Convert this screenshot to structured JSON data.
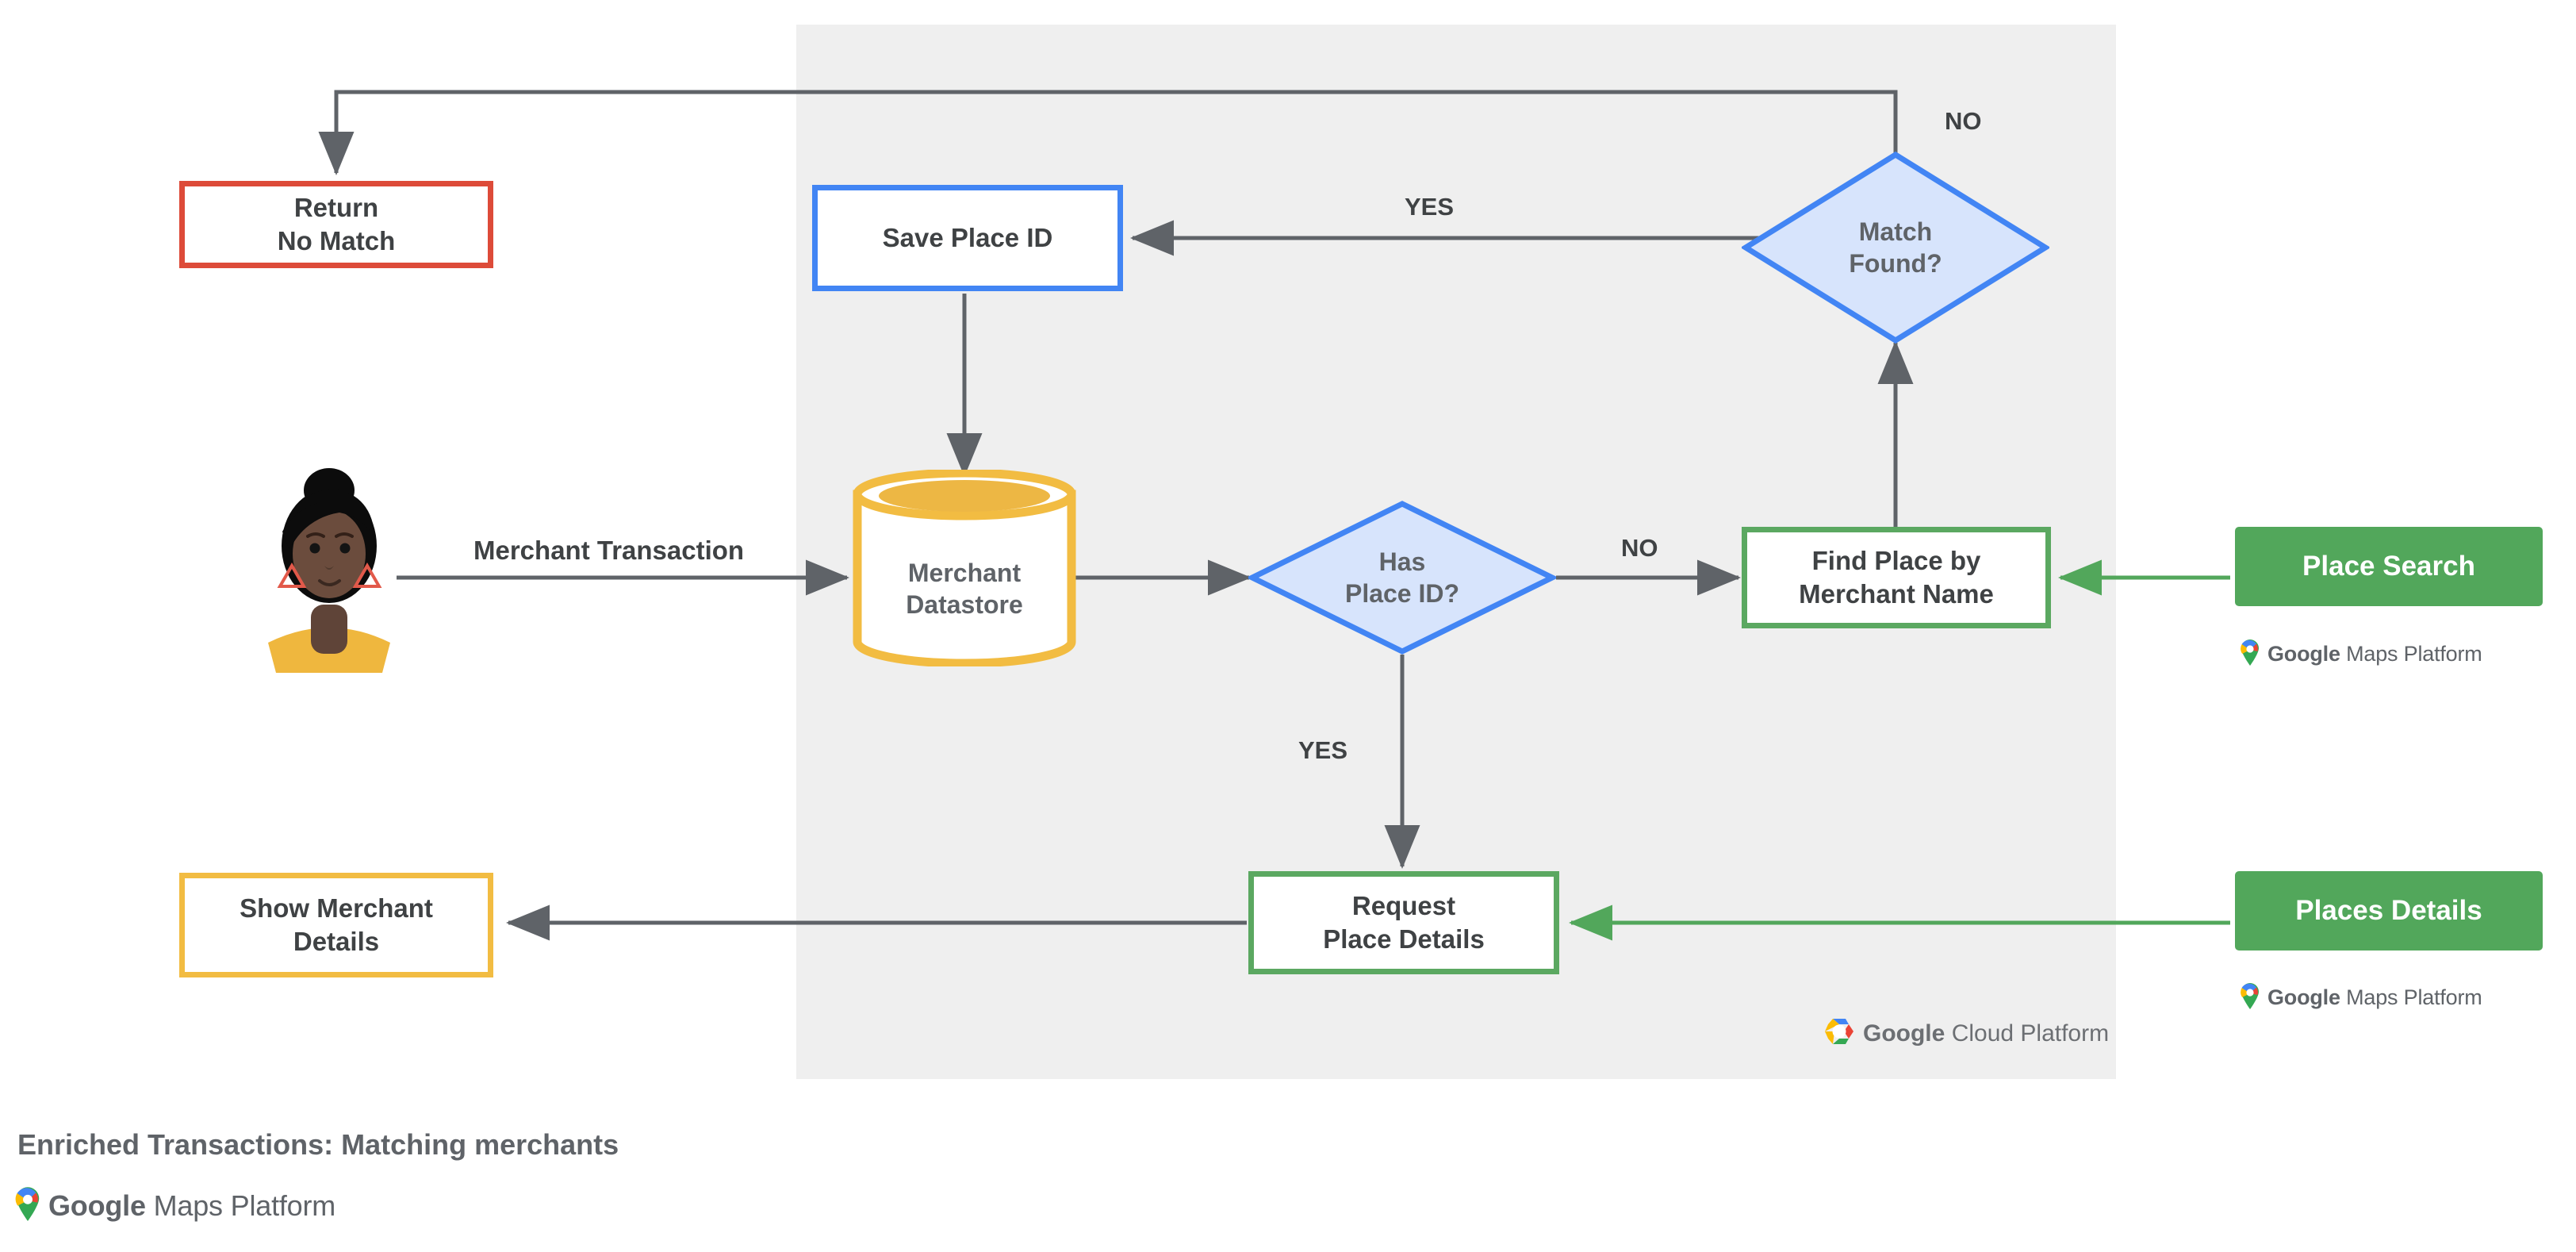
{
  "diagram": {
    "caption": "Enriched Transactions: Matching merchants",
    "platform_panel_label": "Google Cloud Platform",
    "nodes": {
      "return_no_match": {
        "label": "Return\nNo Match",
        "shape": "rectangle",
        "border_color": "#DD4B39",
        "fill": "#FFFFFF"
      },
      "save_place_id": {
        "label": "Save Place ID",
        "shape": "rectangle",
        "border_color": "#4285F4",
        "fill": "#FFFFFF"
      },
      "match_found": {
        "label": "Match\nFound?",
        "shape": "diamond",
        "border_color": "#4285F4",
        "fill": "#D7E4FC"
      },
      "merchant_datastore": {
        "label": "Merchant\nDatastore",
        "shape": "cylinder",
        "border_color": "#F2BC42",
        "fill": "#FFFFFF"
      },
      "has_place_id": {
        "label": "Has\nPlace ID?",
        "shape": "diamond",
        "border_color": "#4285F4",
        "fill": "#D7E4FC"
      },
      "find_place_by_merchant_name": {
        "label": "Find Place by\nMerchant Name",
        "shape": "rectangle",
        "border_color": "#5BA861",
        "fill": "#FFFFFF"
      },
      "request_place_details": {
        "label": "Request\nPlace Details",
        "shape": "rectangle",
        "border_color": "#5BA861",
        "fill": "#FFFFFF"
      },
      "show_merchant_details": {
        "label": "Show Merchant\nDetails",
        "shape": "rectangle",
        "border_color": "#F2BC42",
        "fill": "#FFFFFF"
      },
      "place_search": {
        "label": "Place Search",
        "shape": "rectangle",
        "fill": "#52A75B",
        "text_color": "#FFFFFF"
      },
      "places_details": {
        "label": "Places Details",
        "shape": "rectangle",
        "fill": "#52A75B",
        "text_color": "#FFFFFF"
      }
    },
    "edge_labels": {
      "merchant_transaction": "Merchant Transaction",
      "has_place_id_no": "NO",
      "has_place_id_yes": "YES",
      "match_found_yes": "YES",
      "match_found_no": "NO"
    },
    "logos": {
      "google_maps_platform": {
        "google": "Google",
        "rest": "Maps Platform"
      },
      "google_cloud_platform": {
        "google": "Google",
        "rest": "Cloud Platform"
      }
    },
    "colors": {
      "panel_bg": "#EFEFEF",
      "connector": "#5F6368",
      "green_connector": "#52A75B",
      "red": "#DD4B39",
      "blue": "#4285F4",
      "green": "#5BA861",
      "yellow": "#F2BC42",
      "diamond_fill": "#D7E4FC"
    }
  }
}
